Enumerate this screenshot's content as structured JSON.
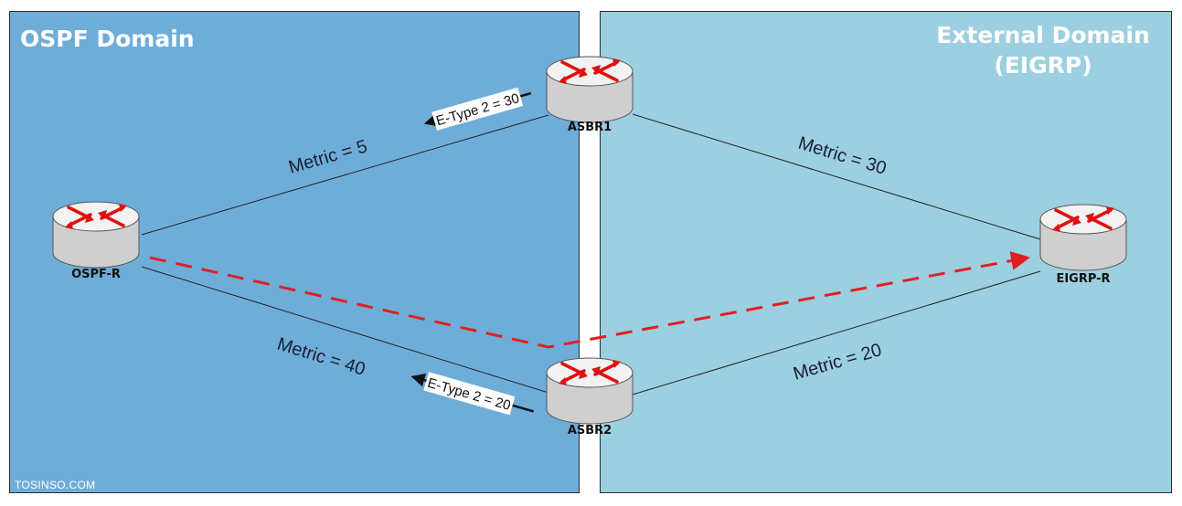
{
  "zones": {
    "ospf_title": "OSPF Domain",
    "external_title_line1": "External Domain",
    "external_title_line2": "(EIGRP)"
  },
  "routers": {
    "ospf_r": "OSPF-R",
    "asbr1": "ASBR1",
    "asbr2": "ASBR2",
    "eigrp_r": "EIGRP-R"
  },
  "links": {
    "ospf_r_asbr1": "Metric = 5",
    "ospf_r_asbr2": "Metric = 40",
    "asbr1_eigrp_r": "Metric = 30",
    "asbr2_eigrp_r": "Metric = 20"
  },
  "tags": {
    "asbr1": "E-Type 2 = 30",
    "asbr2": "E-Type 2 = 20"
  },
  "colors": {
    "ospf_zone": "#6fadd9",
    "external_zone": "#9ccfe0",
    "path_dash": "#e02020",
    "router_arrow": "#e01010"
  },
  "watermark": "TOSINSO.COM"
}
